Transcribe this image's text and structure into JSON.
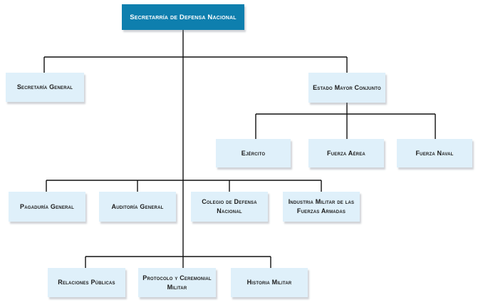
{
  "org": {
    "root": "Secretarría de Defensa Nacional",
    "secretaria_general": "Secretaría General",
    "estado_mayor": "Estado Mayor Conjunto",
    "ejercito": "Ejército",
    "fuerza_aerea": "Fuerza Aérea",
    "fuerza_naval": "Fuerza Naval",
    "pagaduria": "Pagaduría General",
    "auditoria": "Auditoría General",
    "colegio": "Colegio de Defensa Nacional",
    "industria": "Industria Militar de las Fuerzas Armadas",
    "relaciones": "Relaciones Públicas",
    "protocolo": "Protocolo y Ceremonial Militar",
    "historia": "Historia Militar"
  },
  "colors": {
    "root_fill": "#0e7fae",
    "box_fill": "#dff0fa",
    "line": "#111111"
  }
}
